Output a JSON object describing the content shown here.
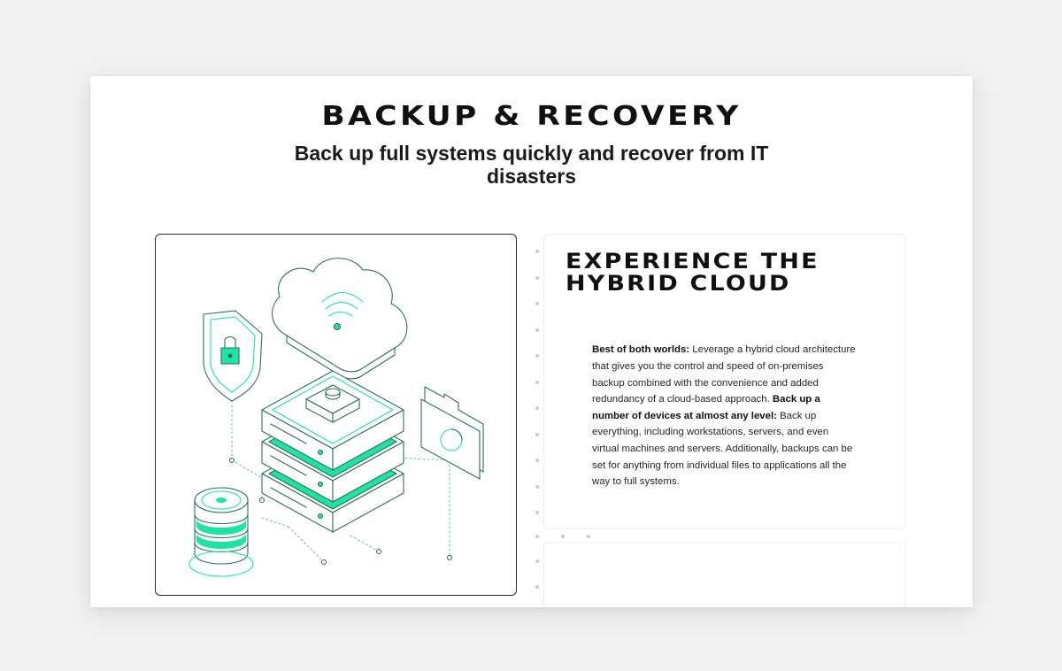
{
  "hero": {
    "title": "BACKUP & RECOVERY",
    "subtitle_line1": "Back up full systems quickly and recover from IT",
    "subtitle_line2": "disasters"
  },
  "feature_card": {
    "title_line1": "EXPERIENCE THE",
    "title_line2": "HYBRID CLOUD",
    "bold1": "Best of both worlds:",
    "text1": " Leverage a hybrid cloud architecture that gives you the control and speed of on-premises backup combined with the convenience and added redundancy of a cloud-based approach. ",
    "bold2": "Back up a number of devices at almost any level:",
    "text2": " Back up everything, including workstations, servers, and even virtual machines and servers. Additionally, backups can be set for anything from individual files to applications all the way to full systems."
  },
  "illustration": {
    "icons": [
      "cloud-icon",
      "shield-lock-icon",
      "server-stack-icon",
      "database-icon",
      "folder-icon"
    ],
    "colors": {
      "accent": "#1ee3a3",
      "stroke": "#2f6f5c"
    }
  }
}
